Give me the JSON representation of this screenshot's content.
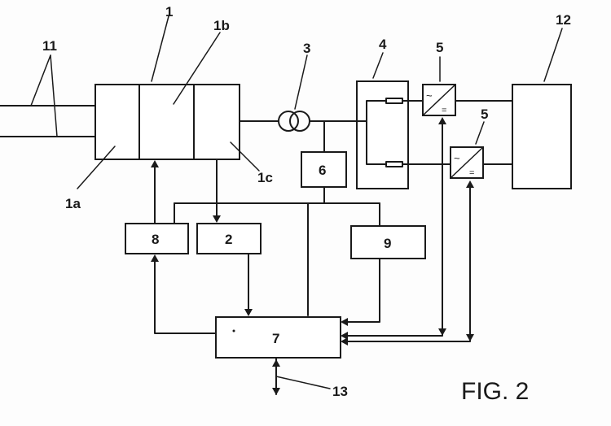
{
  "labels": {
    "l1": "1",
    "l1a": "1a",
    "l1b": "1b",
    "l1c": "1c",
    "l2": "2",
    "l3": "3",
    "l4": "4",
    "l5a": "5",
    "l5b": "5",
    "l6": "6",
    "l7": "7",
    "l8": "8",
    "l9": "9",
    "l11": "11",
    "l12": "12",
    "l13": "13"
  },
  "figure_caption": "FIG. 2"
}
